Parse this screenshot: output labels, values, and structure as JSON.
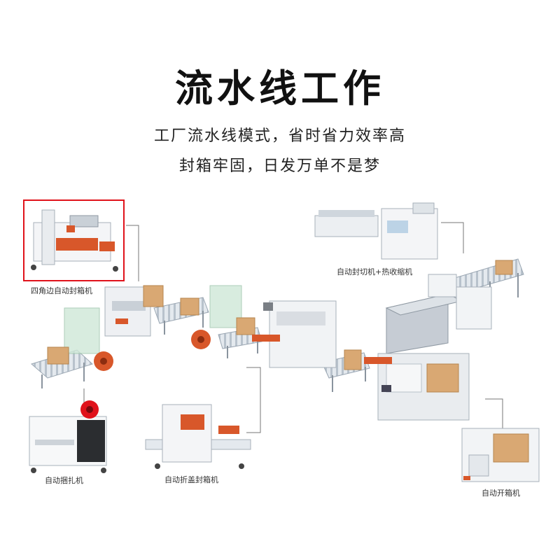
{
  "header": {
    "title": "流水线工作",
    "subtitle_line1": "工厂流水线模式，省时省力效率高",
    "subtitle_line2": "封箱牢固，日发万单不是梦"
  },
  "labels": {
    "four_corner_sealer": "四角边自动封箱机",
    "shrink_machine": "自动封切机+热收缩机",
    "strapping_machine": "自动捆扎机",
    "fold_sealer": "自动折盖封箱机",
    "case_erector": "自动开箱机"
  },
  "colors": {
    "highlight": "#e0121b",
    "machine_gray": "#d9dde2",
    "machine_white": "#f4f5f7",
    "conveyor_blue": "#bcd3e6",
    "box_brown": "#d9a873",
    "accent_orange": "#d8572a",
    "guard_green": "#cfe8d8"
  }
}
